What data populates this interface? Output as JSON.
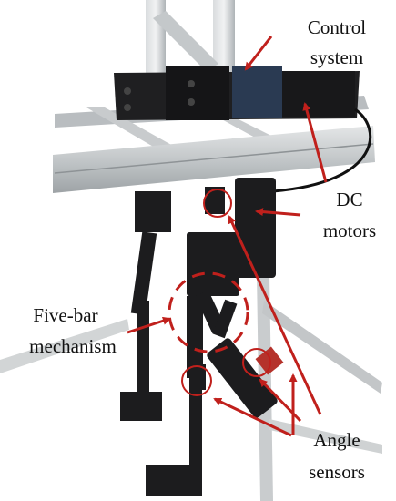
{
  "labels": {
    "control_line1": "Control",
    "control_line2": "system",
    "dc_line1": "DC",
    "dc_line2": "motors",
    "fivebar_line1": "Five-bar",
    "fivebar_line2": "mechanism",
    "angle_line1": "Angle",
    "angle_line2": "sensors"
  },
  "colors": {
    "arrow": "#c0201c",
    "frame": "#c9ccce",
    "frame_dark": "#9aa0a4",
    "component": "#1c1c1e",
    "background": "#ffffff"
  }
}
